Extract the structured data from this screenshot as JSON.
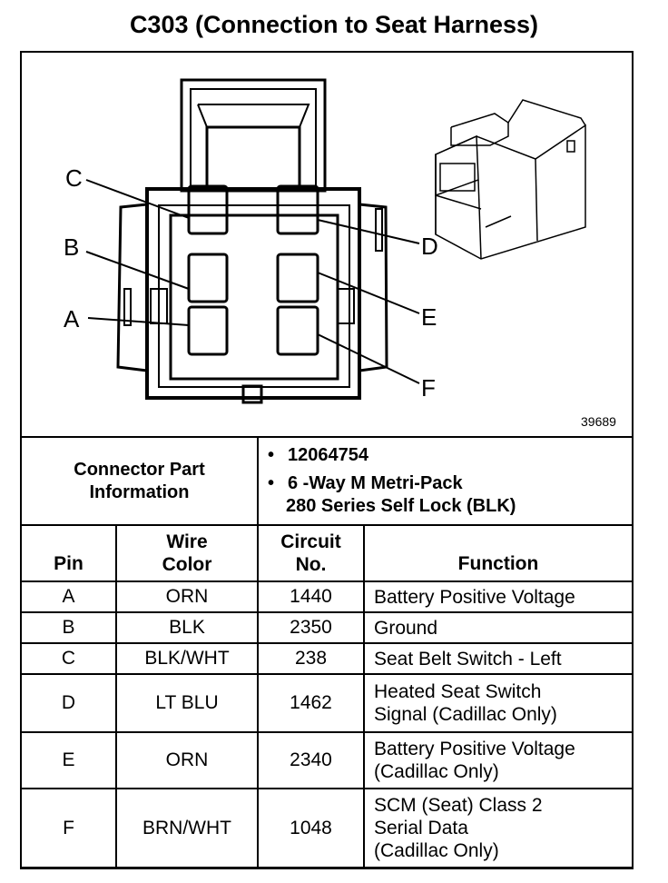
{
  "title": "C303 (Connection to Seat Harness)",
  "figure_number": "39689",
  "pin_labels": [
    "A",
    "B",
    "C",
    "D",
    "E",
    "F"
  ],
  "connector_info": {
    "label_line1": "Connector Part",
    "label_line2": "Information",
    "part_number": "12064754",
    "description_line1": "6 -Way M Metri-Pack",
    "description_line2": "280 Series Self Lock (BLK)",
    "bullet": "•"
  },
  "headers": {
    "pin": "Pin",
    "wire_color_1": "Wire",
    "wire_color_2": "Color",
    "circuit_1": "Circuit",
    "circuit_2": "No.",
    "function": "Function"
  },
  "rows": [
    {
      "pin": "A",
      "wire": "ORN",
      "circuit": "1440",
      "function": [
        "Battery Positive Voltage"
      ]
    },
    {
      "pin": "B",
      "wire": "BLK",
      "circuit": "2350",
      "function": [
        "Ground"
      ]
    },
    {
      "pin": "C",
      "wire": "BLK/WHT",
      "circuit": "238",
      "function": [
        "Seat Belt Switch - Left"
      ]
    },
    {
      "pin": "D",
      "wire": "LT BLU",
      "circuit": "1462",
      "function": [
        "Heated Seat Switch",
        "Signal (Cadillac Only)"
      ]
    },
    {
      "pin": "E",
      "wire": "ORN",
      "circuit": "2340",
      "function": [
        "Battery Positive Voltage",
        "(Cadillac Only)"
      ]
    },
    {
      "pin": "F",
      "wire": "BRN/WHT",
      "circuit": "1048",
      "function": [
        "SCM (Seat) Class 2",
        "Serial Data",
        "(Cadillac Only)"
      ]
    }
  ]
}
